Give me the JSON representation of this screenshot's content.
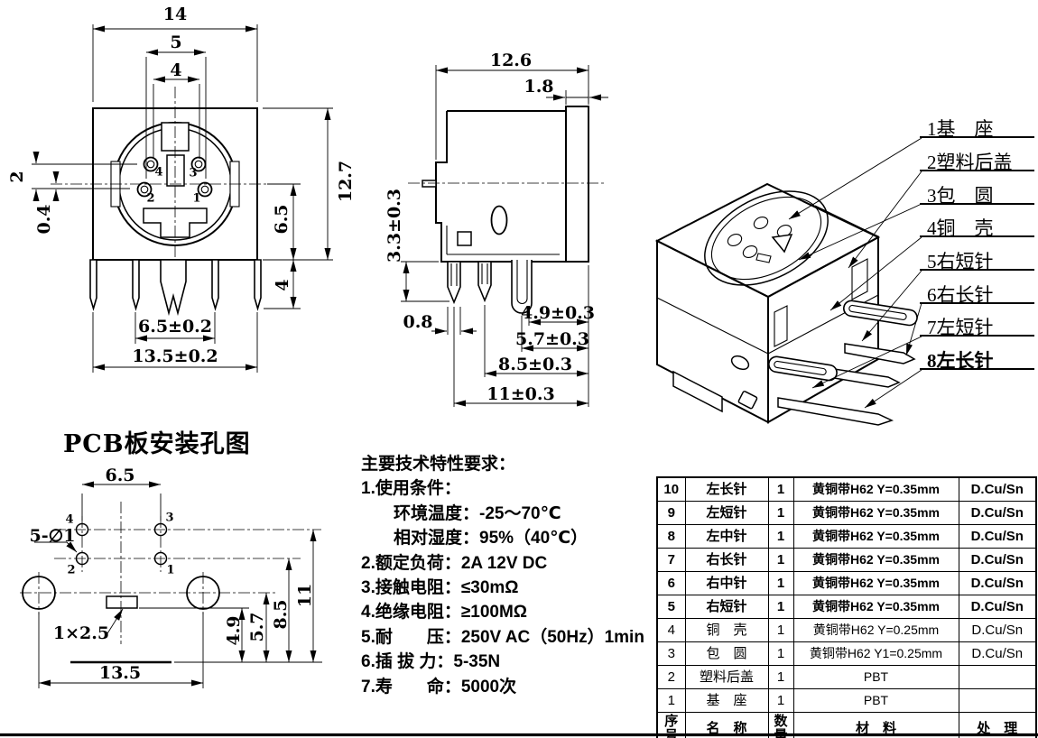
{
  "front_view": {
    "dims": {
      "w14": "14",
      "w5": "5",
      "w4": "4",
      "g2": "2",
      "g04": "0.4",
      "h127": "12.7",
      "h65": "6.5",
      "p4": "4",
      "span65": "6.5±0.2",
      "span135": "13.5±0.2"
    },
    "pins": [
      "4",
      "3",
      "2",
      "1"
    ]
  },
  "side_view": {
    "dims": {
      "d126": "12.6",
      "d18": "1.8",
      "d33": "3.3±0.3",
      "d08": "0.8",
      "d49": "4.9±0.3",
      "d57": "5.7±0.3",
      "d85": "8.5±0.3",
      "d11": "11±0.3"
    }
  },
  "iso_view": {
    "callouts": [
      "1基　座",
      "2塑料后盖",
      "3包　圆",
      "4铜　壳",
      "5右短针",
      "6右长针",
      "7左短针",
      "8左长针"
    ]
  },
  "pcb_view": {
    "title": "PCB板安装孔图",
    "dims": {
      "pitch": "6.5",
      "holes": "5-∅1",
      "slot": "1×2.5",
      "span": "13.5",
      "v49": "4.9",
      "v57": "5.7",
      "v85": "8.5",
      "v11": "11"
    },
    "hole_labels": [
      "4",
      "3",
      "2",
      "1"
    ]
  },
  "specs": {
    "lines": [
      "主要技术特性要求：",
      "1.使用条件：",
      "环境温度：-25～70℃",
      "相对湿度：95%（40℃）",
      "2.额定负荷：2A 12V DC",
      "3.接触电阻：≤30mΩ",
      "4.绝缘电阻：≥100MΩ",
      "5.耐　　压：250V AC（50Hz）1min",
      "6.插 拔 力：5-35N",
      "7.寿　　命：5000次"
    ]
  },
  "table": {
    "headers": [
      "序号",
      "名　称",
      "数量",
      "材　料",
      "处　理"
    ],
    "rows": [
      {
        "no": "10",
        "name": "左长针",
        "qty": "1",
        "material": "黄铜带H62 Y=0.35mm",
        "process": "D.Cu/Sn",
        "bold": true
      },
      {
        "no": "9",
        "name": "左短针",
        "qty": "1",
        "material": "黄铜带H62 Y=0.35mm",
        "process": "D.Cu/Sn",
        "bold": true
      },
      {
        "no": "8",
        "name": "左中针",
        "qty": "1",
        "material": "黄铜带H62 Y=0.35mm",
        "process": "D.Cu/Sn",
        "bold": true
      },
      {
        "no": "7",
        "name": "右长针",
        "qty": "1",
        "material": "黄铜带H62 Y=0.35mm",
        "process": "D.Cu/Sn",
        "bold": true
      },
      {
        "no": "6",
        "name": "右中针",
        "qty": "1",
        "material": "黄铜带H62 Y=0.35mm",
        "process": "D.Cu/Sn",
        "bold": true
      },
      {
        "no": "5",
        "name": "右短针",
        "qty": "1",
        "material": "黄铜带H62 Y=0.35mm",
        "process": "D.Cu/Sn",
        "bold": true
      },
      {
        "no": "4",
        "name": "铜　壳",
        "qty": "1",
        "material": "黄铜带H62 Y=0.25mm",
        "process": "D.Cu/Sn",
        "bold": false
      },
      {
        "no": "3",
        "name": "包　圆",
        "qty": "1",
        "material": "黄铜带H62 Y1=0.25mm",
        "process": "D.Cu/Sn",
        "bold": false
      },
      {
        "no": "2",
        "name": "塑料后盖",
        "qty": "1",
        "material": "PBT",
        "process": "",
        "bold": false
      },
      {
        "no": "1",
        "name": "基　座",
        "qty": "1",
        "material": "PBT",
        "process": "",
        "bold": false
      }
    ]
  }
}
